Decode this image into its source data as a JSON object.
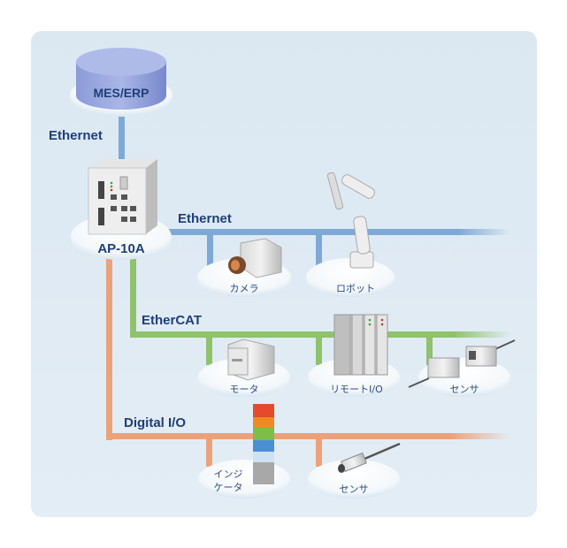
{
  "colors": {
    "ethernet": "#7ea9d6",
    "ethercat": "#8fc26c",
    "digital_io": "#eba27a",
    "text": "#1e3f78",
    "panel": "#dde9f2"
  },
  "mes": {
    "label": "MES/ERP"
  },
  "uplink": {
    "label": "Ethernet"
  },
  "controller": {
    "label": "AP-10A"
  },
  "networks": {
    "ethernet": {
      "label": "Ethernet",
      "devices": [
        {
          "label": "カメラ",
          "icon": "camera-icon"
        },
        {
          "label": "ロボット",
          "icon": "robot-arm-icon"
        }
      ]
    },
    "ethercat": {
      "label": "EtherCAT",
      "devices": [
        {
          "label": "モータ",
          "icon": "motor-icon"
        },
        {
          "label": "リモートI/O",
          "icon": "remote-io-icon"
        },
        {
          "label": "センサ",
          "icon": "sensor-icon"
        }
      ]
    },
    "digital_io": {
      "label": "Digital I/O",
      "devices": [
        {
          "label_line1": "インジ",
          "label_line2": "ケータ",
          "icon": "signal-tower-icon"
        },
        {
          "label": "センサ",
          "icon": "proximity-sensor-icon"
        }
      ]
    }
  }
}
